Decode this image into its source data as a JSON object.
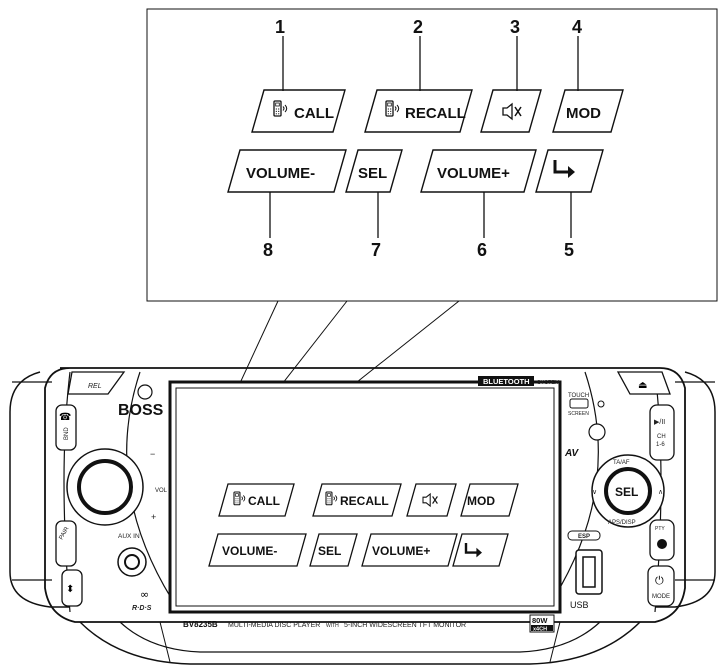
{
  "callout": {
    "buttons": [
      {
        "number": "1",
        "label": "CALL",
        "icon": "phone-icon"
      },
      {
        "number": "2",
        "label": "RECALL",
        "icon": "phone-icon"
      },
      {
        "number": "3",
        "label": "",
        "icon": "mute-icon"
      },
      {
        "number": "4",
        "label": "MOD",
        "icon": ""
      },
      {
        "number": "5",
        "label": "",
        "icon": "return-arrow-icon"
      },
      {
        "number": "6",
        "label": "VOLUME+",
        "icon": ""
      },
      {
        "number": "7",
        "label": "SEL",
        "icon": ""
      },
      {
        "number": "8",
        "label": "VOLUME-",
        "icon": ""
      }
    ]
  },
  "device": {
    "brand": "BOSS",
    "bluetooth_badge": "BLUETOOTH",
    "bluetooth_suffix": "SYSTEM",
    "touch_label": "TOUCH",
    "screen_label": "SCREEN",
    "av_logo": "AV",
    "left_buttons": {
      "rel": "REL",
      "bnd": "BND",
      "pair": "PAIR"
    },
    "knob": {
      "vol": "VOL",
      "minus": "−",
      "plus": "+"
    },
    "aux_in": "AUX IN",
    "rds": "R·D·S",
    "right_buttons": {
      "ch": "CH",
      "ch_range": "1-6",
      "mode": "MODE",
      "pty": "PTY"
    },
    "sel_dial": {
      "label": "SEL",
      "top": "TA/AF",
      "bottom": "APS/DISP"
    },
    "esp_label": "ESP",
    "usb_label": "USB",
    "model": "BV8235B",
    "description": "MULTI-MEDIA DISC PLAYER",
    "with": "WITH",
    "description2": "5-INCH WIDESCREEN TFT MONITOR",
    "watt_top": "80W",
    "watt_bottom": "x4CH"
  },
  "colors": {
    "line": "#111111",
    "panel_fill": "#ffffff",
    "badge": "#111111"
  }
}
